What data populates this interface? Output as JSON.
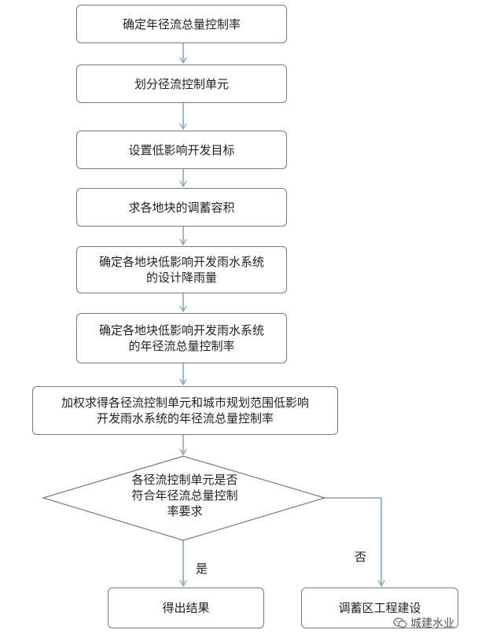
{
  "steps": {
    "s1": "确定年径流总量控制率",
    "s2": "划分径流控制单元",
    "s3": "设置低影响开发目标",
    "s4": "求各地块的调蓄容积",
    "s5": {
      "line1": "确定各地块低影响开发雨水系统",
      "line2": "的设计降雨量"
    },
    "s6": {
      "line1": "确定各地块低影响开发雨水系统",
      "line2": "的年径流总量控制率"
    },
    "s7": {
      "line1": "加权求得各径流控制单元和城市规划范围低影响",
      "line2": "开发雨水系统的年径流总量控制率"
    }
  },
  "decision": {
    "line1": "各径流控制单元是否",
    "line2": "符合年径流总量控制",
    "line3": "率要求"
  },
  "branch": {
    "yes_label": "是",
    "no_label": "否"
  },
  "outcomes": {
    "yes": "得出结果",
    "no": "调蓄区工程建设"
  },
  "watermark": {
    "text": "城建水业",
    "icon": "wechat-icon"
  },
  "colors": {
    "line": "#7a7a7a",
    "arrow": "#8aa6bf"
  }
}
